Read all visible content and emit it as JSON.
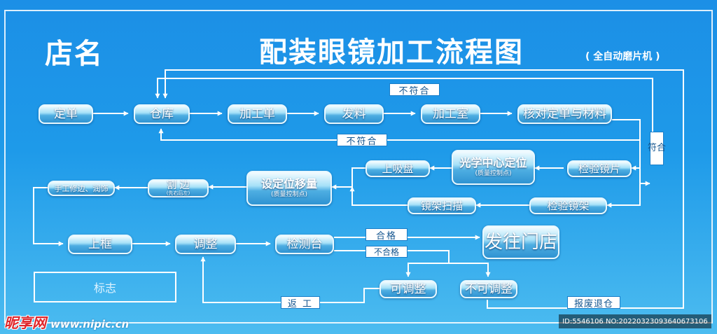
{
  "header": {
    "store_name": "店名",
    "title": "配装眼镜加工流程图",
    "subtitle": "( 全自动磨片机 )"
  },
  "nodes": {
    "dingdan": "定单",
    "cangku": "仓库",
    "jiagongdan": "加工单",
    "faliao": "发料",
    "jiagongshi": "加工室",
    "hedui": "核对定单与材料",
    "jianyan_jingpian": "检验镜片",
    "guangxue": "光学中心定位",
    "guangxue_note": "(质量控制点)",
    "shangxipan": "上吸盘",
    "shedingwei": "设定位移量",
    "shedingwei_note": "(质量控制点)",
    "jingjia_saomiao": "镜架扫描",
    "jianyan_jingjia": "检验镜架",
    "gebian": "割  边",
    "gebian_note": "(先右后左)",
    "shougong": "手工修边、润饰",
    "shangkuang": "上框",
    "tiaozheng": "调整",
    "jiancetai": "检测台",
    "fawang": "发往门店",
    "ketiaozheng": "可调整",
    "bukeketiaozheng": "不可调整"
  },
  "edge_labels": {
    "bufuhe_top": "不符合",
    "bufuhe_mid": "不符合",
    "fuhe": "符合",
    "hege": "合格",
    "buhege": "不合格",
    "fangong": "返 工",
    "baofei": "报废退仓"
  },
  "logo_label": "标志",
  "watermark": {
    "brand": "昵享网",
    "site": "www.nipic.cn",
    "id": "ID:5546106 NO:20220323093640673106"
  },
  "colors": {
    "background_top": "#1c8fe6",
    "background_bottom": "#4cbcf0",
    "line": "#ffffff",
    "label_text": "#14558f"
  }
}
